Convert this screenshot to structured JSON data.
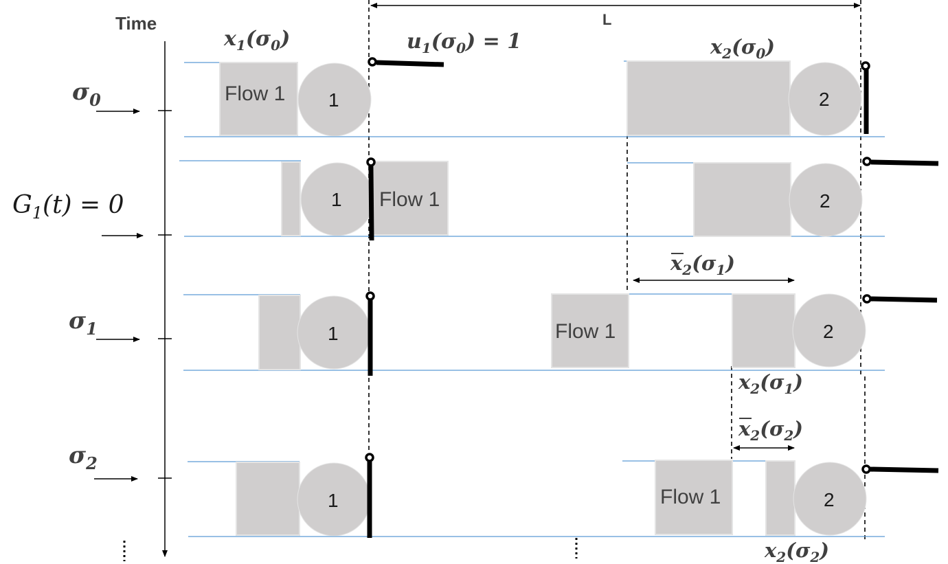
{
  "time_label": "Time",
  "distance_label": "L",
  "flow_label": "Flow 1",
  "light_1": "1",
  "light_2": "2",
  "rows": [
    {
      "event": "σ0",
      "event_base": "σ",
      "event_sub": "0"
    },
    {
      "event": "G1(t) = 0",
      "event_base": "G",
      "event_sub": "1",
      "event_tail": "(t) = 0"
    },
    {
      "event": "σ1",
      "event_base": "σ",
      "event_sub": "1"
    },
    {
      "event": "σ2",
      "event_base": "σ",
      "event_sub": "2"
    }
  ],
  "annotations": {
    "x1_sigma0": {
      "base": "x",
      "sub": "1",
      "open": "(",
      "arg": "σ",
      "arg_sub": "0",
      "close": ")"
    },
    "u1_sigma0": {
      "base": "u",
      "sub": "1",
      "open": "(",
      "arg": "σ",
      "arg_sub": "0",
      "close": ") = 1"
    },
    "x2_sigma0": {
      "base": "x",
      "sub": "2",
      "open": "(",
      "arg": "σ",
      "arg_sub": "0",
      "close": ")"
    },
    "xbar2_sigma1": {
      "base": "x",
      "sub": "2",
      "open": "(",
      "arg": "σ",
      "arg_sub": "1",
      "close": ")"
    },
    "x2_sigma1": {
      "base": "x",
      "sub": "2",
      "open": "(",
      "arg": "σ",
      "arg_sub": "1",
      "close": ")"
    },
    "xbar2_sigma2": {
      "base": "x",
      "sub": "2",
      "open": "(",
      "arg": "σ",
      "arg_sub": "2",
      "close": ")"
    },
    "x2_sigma2": {
      "base": "x",
      "sub": "2",
      "open": "(",
      "arg": "σ",
      "arg_sub": "2",
      "close": ")"
    }
  },
  "ellipsis": "⋮"
}
